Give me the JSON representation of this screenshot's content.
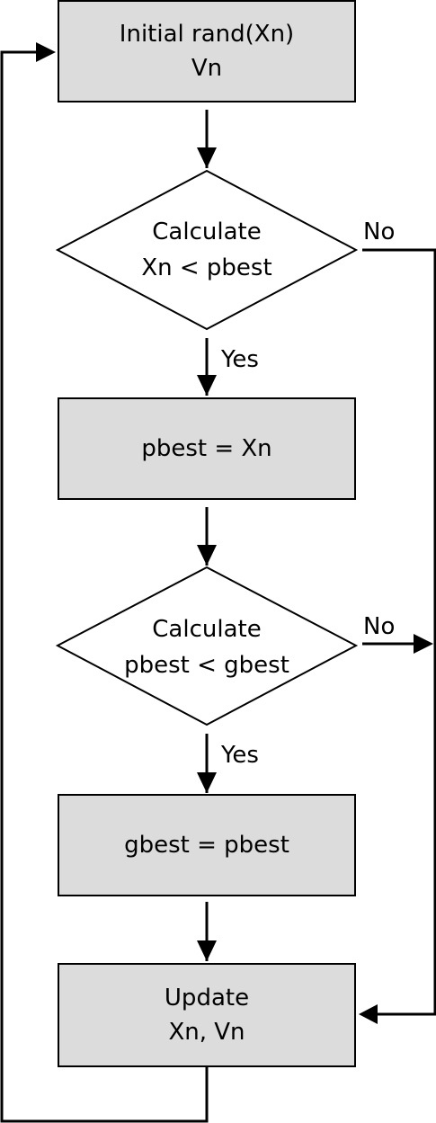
{
  "nodes": {
    "init": {
      "line1": "Initial rand(Xn)",
      "line2": "Vn"
    },
    "decision1": {
      "line1": "Calculate",
      "line2": "Xn < pbest"
    },
    "pbest_box": {
      "label": "pbest = Xn"
    },
    "decision2": {
      "line1": "Calculate",
      "line2": "pbest < gbest"
    },
    "gbest_box": {
      "label": "gbest = pbest"
    },
    "update": {
      "line1": "Update",
      "line2": "Xn, Vn"
    }
  },
  "edge_labels": {
    "d1_no": "No",
    "d1_yes": "Yes",
    "d2_no": "No",
    "d2_yes": "Yes"
  }
}
